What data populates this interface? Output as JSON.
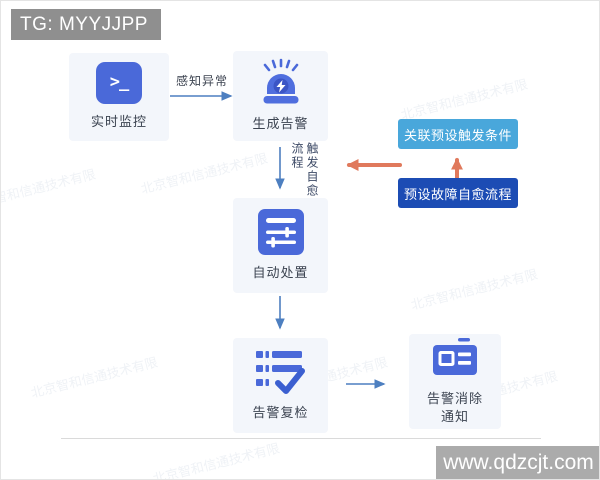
{
  "page": {
    "tg_badge": "TG: MYYJJPP",
    "site_badge": "www.qdzcjt.com",
    "watermark_text": "北京智和信通技术有限"
  },
  "flow": {
    "nodes": [
      {
        "id": "realtime-monitor",
        "label": "实时监控",
        "icon": "terminal-icon",
        "terminal_glyph": ">_"
      },
      {
        "id": "generate-alert",
        "label": "生成告警",
        "icon": "alarm-icon"
      },
      {
        "id": "auto-handle",
        "label": "自动处置",
        "icon": "sliders-icon"
      },
      {
        "id": "alert-recheck",
        "label": "告警复检",
        "icon": "checklist-icon"
      },
      {
        "id": "alert-clear-notify",
        "label": "告警消除通知",
        "icon": "card-icon"
      }
    ],
    "edges": [
      {
        "from": "realtime-monitor",
        "to": "generate-alert",
        "label": "感知异常"
      },
      {
        "from": "generate-alert",
        "to": "auto-handle",
        "label": "触发自愈流程"
      },
      {
        "from": "auto-handle",
        "to": "alert-recheck",
        "label": ""
      },
      {
        "from": "alert-recheck",
        "to": "alert-clear-notify",
        "label": ""
      },
      {
        "from": "preset-heal-flow",
        "to": "trigger-conditions",
        "label": ""
      },
      {
        "from": "side-boxes",
        "to": "trigger-edge",
        "label": ""
      }
    ],
    "side_boxes": [
      {
        "id": "trigger-conditions",
        "label": "关联预设触发条件",
        "color": "#49a7db"
      },
      {
        "id": "preset-heal-flow",
        "label": "预设故障自愈流程",
        "color": "#1c4cb4"
      }
    ]
  },
  "colors": {
    "icon_blue": "#4a69d9",
    "icon_blue_dark": "#3b55c6",
    "node_bg": "#f3f6fb",
    "arrow_blue": "#4d7fc0",
    "arrow_orange": "#e0795c",
    "side_box_light": "#49a7db",
    "side_box_dark": "#1c4cb4",
    "badge_gray": "#8f8f8f",
    "url_gray": "#ababab",
    "label_text": "#3b4350"
  }
}
